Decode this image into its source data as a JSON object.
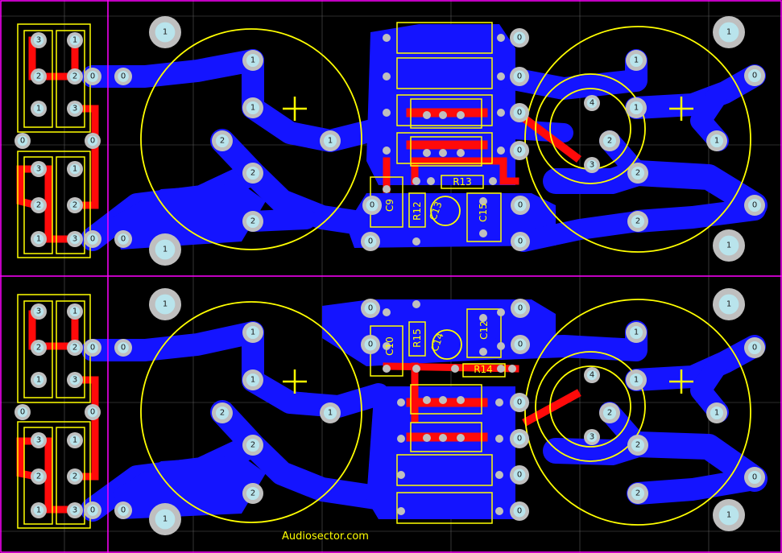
{
  "board": {
    "credit": "Audiosector.com",
    "colors": {
      "background": "#000000",
      "copper_bottom": "#1414ff",
      "copper_top": "#ff0a0a",
      "silkscreen": "#ffff00",
      "pad": "#bfbfbf",
      "pad_hole": "#b9e4ec",
      "grid": "#5a5a5a",
      "board_edge": "#ff00ff"
    }
  },
  "pad_numbers": {
    "mounting": "1",
    "zero": "0",
    "one": "1",
    "two": "2",
    "three": "3",
    "four": "4"
  },
  "components": [
    {
      "ref": "C9"
    },
    {
      "ref": "R12"
    },
    {
      "ref": "C13"
    },
    {
      "ref": "R13"
    },
    {
      "ref": "C15"
    },
    {
      "ref": "C10"
    },
    {
      "ref": "R15"
    },
    {
      "ref": "C14"
    },
    {
      "ref": "C12"
    },
    {
      "ref": "R14"
    }
  ]
}
